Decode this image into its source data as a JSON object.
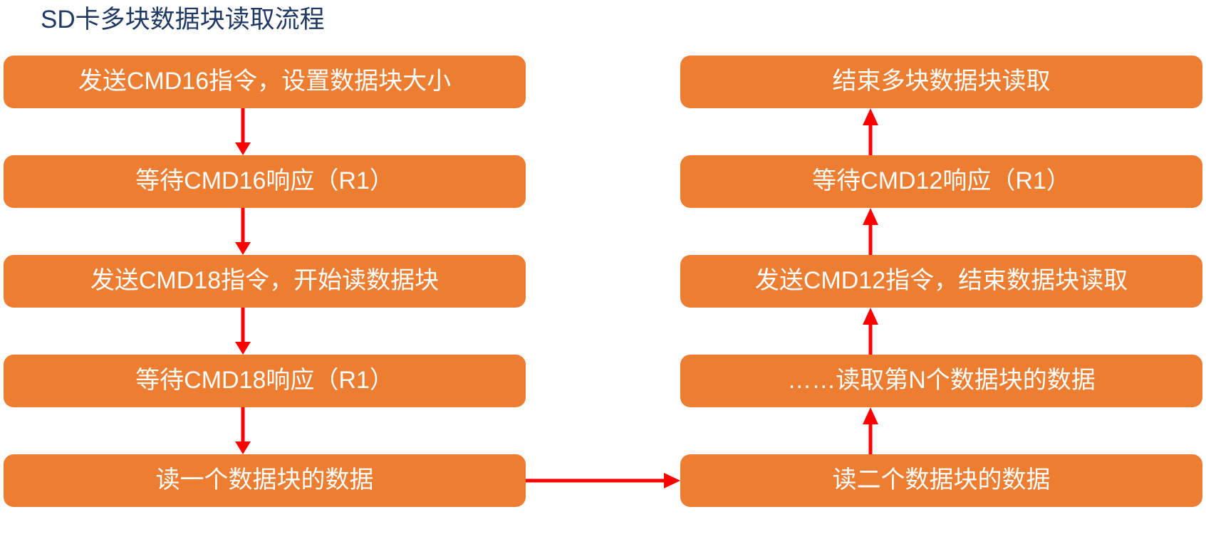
{
  "title": "SD卡多块数据块读取流程",
  "theme": {
    "node_fill": "#ED7D31",
    "node_text": "#FFFFFF",
    "title_color": "#1F3864",
    "arrow_color": "#FF0000",
    "background": "#FFFFFF"
  },
  "chart_data": {
    "type": "flowchart",
    "title": "SD卡多块数据块读取流程",
    "orientation": "two-column, left column top-to-bottom, bridge to right column, right column bottom-to-top",
    "nodes": [
      {
        "id": "n1",
        "label": "发送CMD16指令，设置数据块大小",
        "column": "left",
        "row": 1
      },
      {
        "id": "n2",
        "label": "等待CMD16响应（R1）",
        "column": "left",
        "row": 2
      },
      {
        "id": "n3",
        "label": "发送CMD18指令，开始读数据块",
        "column": "left",
        "row": 3
      },
      {
        "id": "n4",
        "label": "等待CMD18响应（R1）",
        "column": "left",
        "row": 4
      },
      {
        "id": "n5",
        "label": "读一个数据块的数据",
        "column": "left",
        "row": 5
      },
      {
        "id": "n6",
        "label": "读二个数据块的数据",
        "column": "right",
        "row": 5
      },
      {
        "id": "n7",
        "label": "……读取第N个数据块的数据",
        "column": "right",
        "row": 4
      },
      {
        "id": "n8",
        "label": "发送CMD12指令，结束数据块读取",
        "column": "right",
        "row": 3
      },
      {
        "id": "n9",
        "label": "等待CMD12响应（R1）",
        "column": "right",
        "row": 2
      },
      {
        "id": "n10",
        "label": "结束多块数据块读取",
        "column": "right",
        "row": 1
      }
    ],
    "edges": [
      {
        "from": "n1",
        "to": "n2",
        "direction": "down"
      },
      {
        "from": "n2",
        "to": "n3",
        "direction": "down"
      },
      {
        "from": "n3",
        "to": "n4",
        "direction": "down"
      },
      {
        "from": "n4",
        "to": "n5",
        "direction": "down"
      },
      {
        "from": "n5",
        "to": "n6",
        "direction": "right"
      },
      {
        "from": "n6",
        "to": "n7",
        "direction": "up"
      },
      {
        "from": "n7",
        "to": "n8",
        "direction": "up"
      },
      {
        "from": "n8",
        "to": "n9",
        "direction": "up"
      },
      {
        "from": "n9",
        "to": "n10",
        "direction": "up"
      }
    ]
  },
  "nodes": {
    "n1": "发送CMD16指令，设置数据块大小",
    "n2": "等待CMD16响应（R1）",
    "n3": "发送CMD18指令，开始读数据块",
    "n4": "等待CMD18响应（R1）",
    "n5": "读一个数据块的数据",
    "n6": "读二个数据块的数据",
    "n7": "……读取第N个数据块的数据",
    "n8": "发送CMD12指令，结束数据块读取",
    "n9": "等待CMD12响应（R1）",
    "n10": "结束多块数据块读取"
  }
}
